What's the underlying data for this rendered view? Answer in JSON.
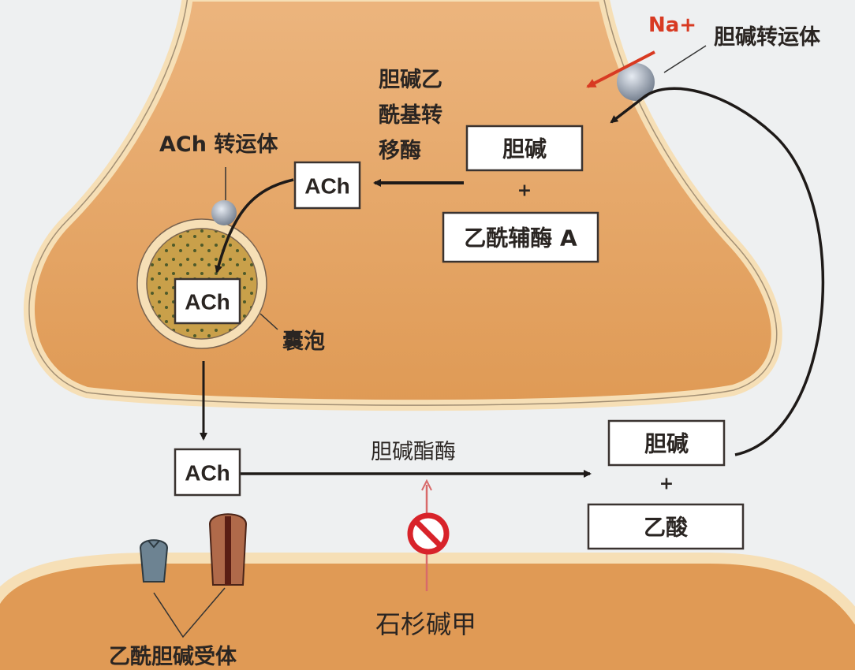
{
  "labels": {
    "na_ion": "Na+",
    "choline_transporter": "胆碱转运体",
    "chat_enzyme": [
      "胆碱乙",
      "酰基转",
      "移酶"
    ],
    "ach_transporter": "ACh 转运体",
    "vesicle": "囊泡",
    "cholinesterase": "胆碱酯酶",
    "huperzine_a": "石杉碱甲",
    "ach_receptor": "乙酰胆碱受体"
  },
  "boxes": {
    "ach_cytoplasm": "ACh",
    "ach_vesicle": "ACh",
    "ach_cleft": "ACh",
    "choline_top": "胆碱",
    "plus_top": "+",
    "acetyl_coa": "乙酰辅酶 A",
    "choline_bottom": "胆碱",
    "plus_bottom": "+",
    "acetic_acid": "乙酸"
  },
  "colors": {
    "background": "#eef0f1",
    "terminal_fill": "#e4a262",
    "membrane": "#f6dfb6",
    "inhibit_red": "#d8232a",
    "na_red": "#d83a22"
  }
}
